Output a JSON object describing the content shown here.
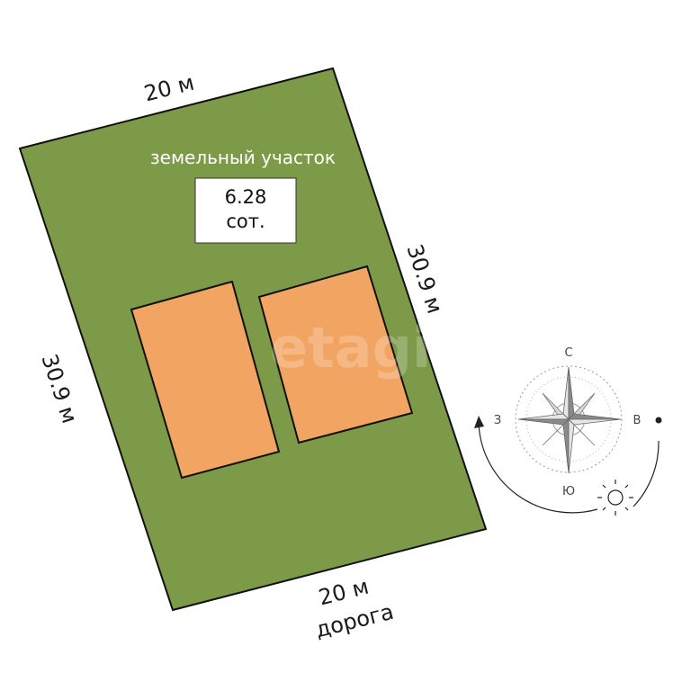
{
  "plot": {
    "title": "земельный участок",
    "area_value": "6.28",
    "area_unit": "сот.",
    "colors": {
      "land": "#7c9a48",
      "building": "#f2a463",
      "outline": "#111111"
    }
  },
  "dimensions": {
    "top": "20 м",
    "bottom": "20 м",
    "left": "30.9 м",
    "right": "30.9 м"
  },
  "road_label": "дорога",
  "watermark": "etagi",
  "compass": {
    "north": "С",
    "south": "Ю",
    "west": "З",
    "east": "В",
    "sun_icon": "sun-icon"
  }
}
